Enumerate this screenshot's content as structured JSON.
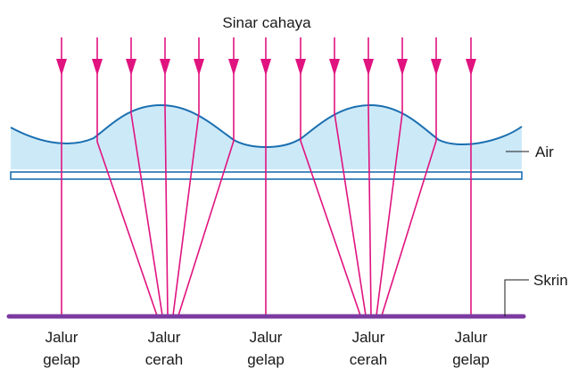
{
  "title": "Sinar cahaya",
  "labels": {
    "water": "Air",
    "screen": "Skrin"
  },
  "bands": [
    {
      "line1": "Jalur",
      "line2": "gelap"
    },
    {
      "line1": "Jalur",
      "line2": "cerah"
    },
    {
      "line1": "Jalur",
      "line2": "gelap"
    },
    {
      "line1": "Jalur",
      "line2": "cerah"
    },
    {
      "line1": "Jalur",
      "line2": "gelap"
    }
  ],
  "colors": {
    "ray": "#e0137f",
    "water_fill": "#cce9f8",
    "water_edge": "#1a6fb0",
    "screen": "#7b3aa0",
    "text": "#1a1a1a"
  }
}
